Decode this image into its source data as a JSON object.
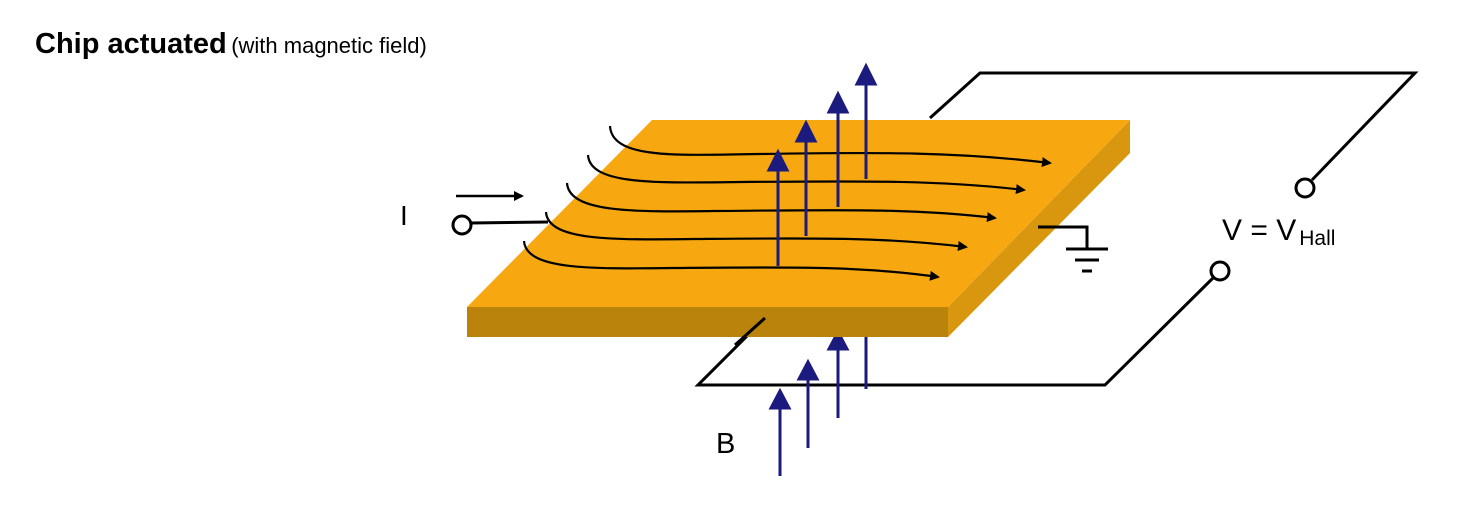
{
  "title": {
    "main": "Chip actuated",
    "sub": "(with magnetic field)"
  },
  "labels": {
    "current": "I",
    "field": "B",
    "voltage_prefix": "V = V",
    "voltage_sub": "Hall"
  },
  "colors": {
    "chip_top": "#F7A811",
    "chip_front": "#B9830C",
    "chip_side": "#D9960F",
    "field_arrow": "#1B1A7E",
    "wire": "#000000"
  }
}
